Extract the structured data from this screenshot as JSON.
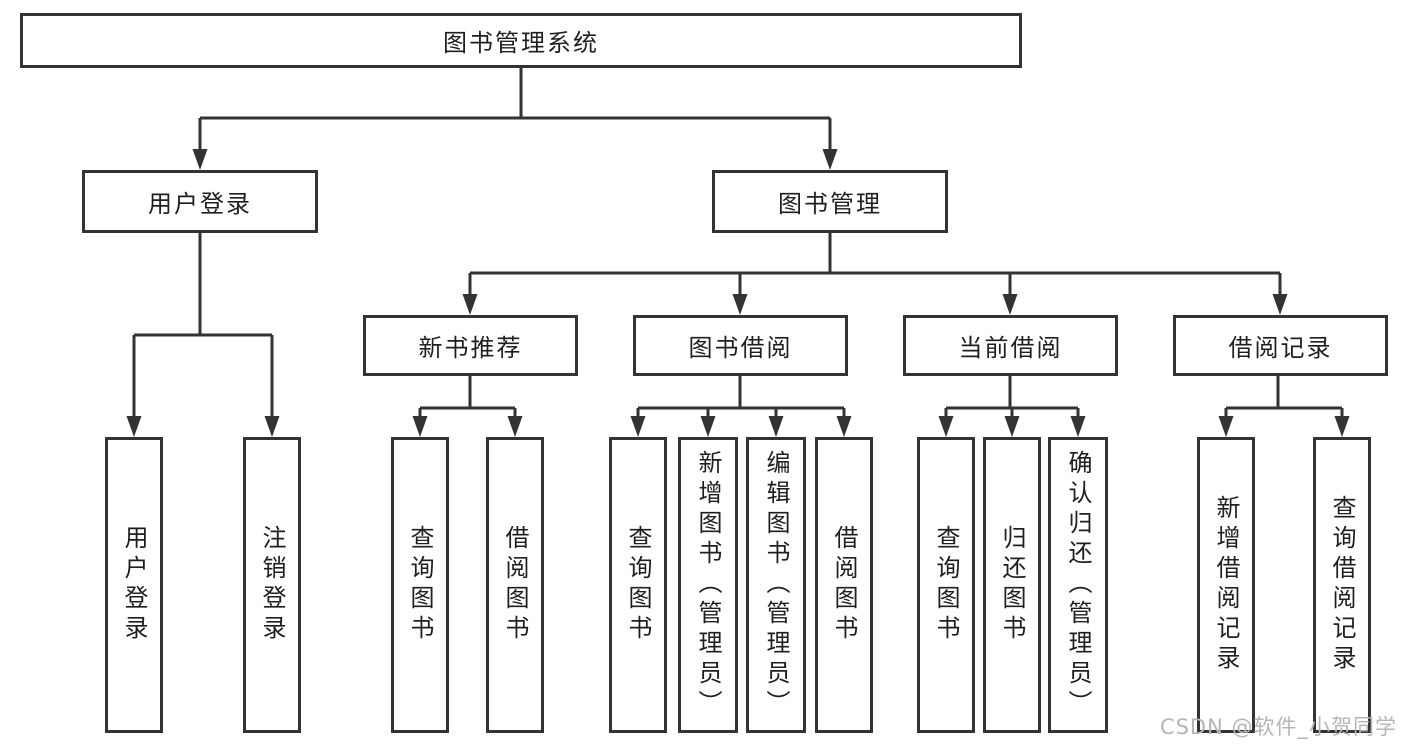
{
  "diagram_title": "图书管理系统",
  "watermark": "CSDN @软件_小贺同学",
  "colors": {
    "line": "#333333",
    "box_fill": "#ffffff",
    "text": "#1f1f1f",
    "watermark": "#b5b5b5"
  },
  "nodes": {
    "root": {
      "label": "图书管理系统"
    },
    "user_login": {
      "label": "用户登录"
    },
    "book_management": {
      "label": "图书管理"
    },
    "new_book_recommend": {
      "label": "新书推荐"
    },
    "book_borrow": {
      "label": "图书借阅"
    },
    "current_borrow": {
      "label": "当前借阅"
    },
    "borrow_records": {
      "label": "借阅记录"
    },
    "leaf_user_login": {
      "label": "用户登录"
    },
    "leaf_logout": {
      "label": "注销登录"
    },
    "leaf_query_book_1": {
      "label": "查询图书"
    },
    "leaf_borrow_book_1": {
      "label": "借阅图书"
    },
    "leaf_query_book_2": {
      "label": "查询图书"
    },
    "leaf_add_book_admin": {
      "label": "新增图书（管理员）"
    },
    "leaf_edit_book_admin": {
      "label": "编辑图书（管理员）"
    },
    "leaf_borrow_book_2": {
      "label": "借阅图书"
    },
    "leaf_query_book_3": {
      "label": "查询图书"
    },
    "leaf_return_book": {
      "label": "归还图书"
    },
    "leaf_confirm_return_admin": {
      "label": "确认归还（管理员）"
    },
    "leaf_add_borrow_record": {
      "label": "新增借阅记录"
    },
    "leaf_query_borrow_record": {
      "label": "查询借阅记录"
    }
  }
}
